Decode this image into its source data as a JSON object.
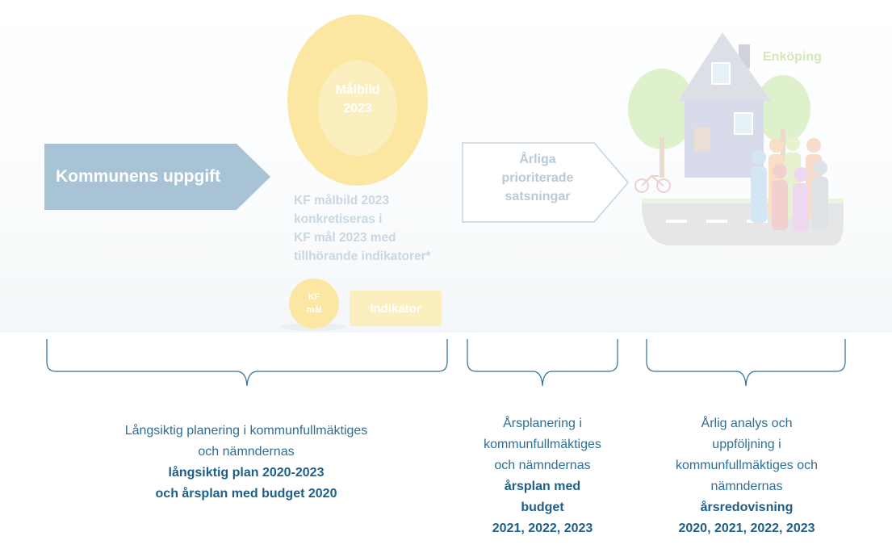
{
  "kommunens": {
    "label": "Kommunens uppgift"
  },
  "malbild": {
    "line1": "Målbild",
    "line2": "2023"
  },
  "kf_text": {
    "line1": "KF målbild 2023",
    "line2": "konkretiseras i",
    "line3": "KF mål 2023 med",
    "line4": "tillhörande indikatorer*"
  },
  "kf_mal": {
    "line1": "KF",
    "line2": "mål"
  },
  "indikator": {
    "label": "Indikator"
  },
  "arliga": {
    "line1": "Årliga",
    "line2": "prioriterade",
    "line3": "satsningar"
  },
  "town": {
    "label": "Enköping"
  },
  "captions": {
    "left": {
      "line1": "Långsiktig planering i kommunfullmäktiges",
      "line2": "och nämndernas",
      "bold1": "långsiktig plan 2020-2023",
      "bold2": "och årsplan med budget 2020"
    },
    "middle": {
      "line1": "Årsplanering i",
      "line2": "kommunfullmäktiges",
      "line3": "och nämndernas",
      "bold1": "årsplan med",
      "bold2": "budget",
      "bold3": "2021, 2022, 2023"
    },
    "right": {
      "line1": "Årlig analys och",
      "line2": "uppföljning i",
      "line3": "kommunfullmäktiges och",
      "line4": "nämndernas",
      "bold1": "årsredovisning",
      "bold2": "2020, 2021, 2022, 2023"
    }
  },
  "colors": {
    "caption": "#2e6f95",
    "arrow": "#a9c3d6",
    "yellow": "#fbe7a2"
  }
}
